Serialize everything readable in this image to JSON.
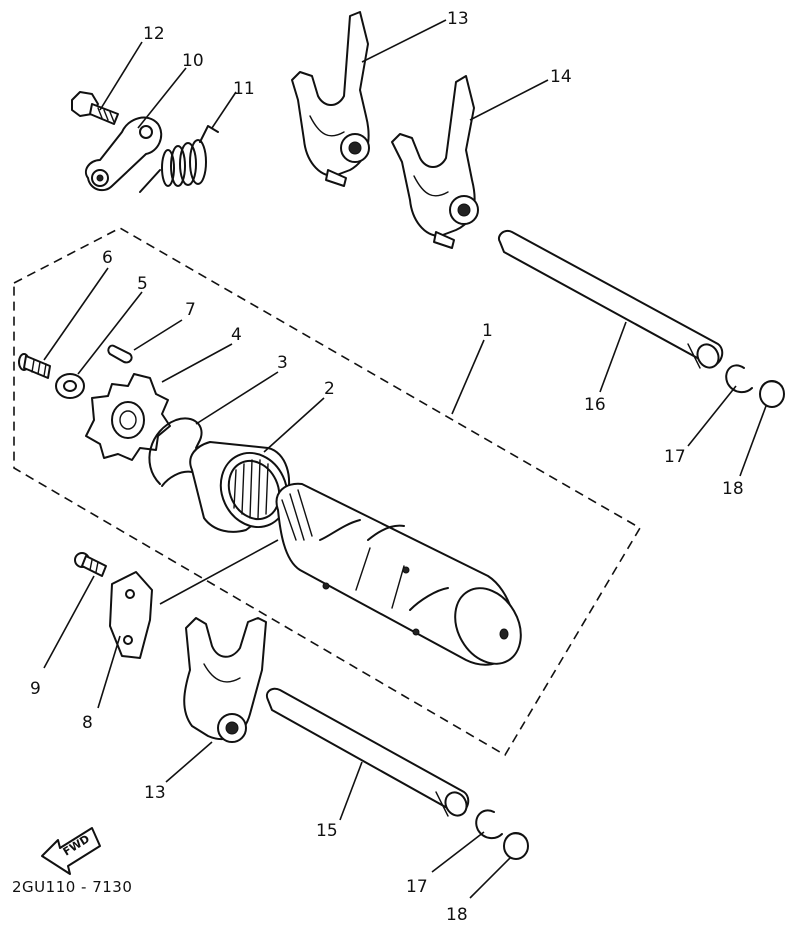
{
  "diagram_code": "2GU110 - 7130",
  "direction_label": "FWD",
  "callouts": [
    {
      "id": "c12",
      "num": "12"
    },
    {
      "id": "c10",
      "num": "10"
    },
    {
      "id": "c11",
      "num": "11"
    },
    {
      "id": "c13a",
      "num": "13"
    },
    {
      "id": "c14",
      "num": "14"
    },
    {
      "id": "c6",
      "num": "6"
    },
    {
      "id": "c5",
      "num": "5"
    },
    {
      "id": "c7",
      "num": "7"
    },
    {
      "id": "c4",
      "num": "4"
    },
    {
      "id": "c3",
      "num": "3"
    },
    {
      "id": "c2",
      "num": "2"
    },
    {
      "id": "c1",
      "num": "1"
    },
    {
      "id": "c16",
      "num": "16"
    },
    {
      "id": "c17a",
      "num": "17"
    },
    {
      "id": "c18a",
      "num": "18"
    },
    {
      "id": "c9",
      "num": "9"
    },
    {
      "id": "c8",
      "num": "8"
    },
    {
      "id": "c13b",
      "num": "13"
    },
    {
      "id": "c15",
      "num": "15"
    },
    {
      "id": "c17b",
      "num": "17"
    },
    {
      "id": "c18b",
      "num": "18"
    }
  ]
}
